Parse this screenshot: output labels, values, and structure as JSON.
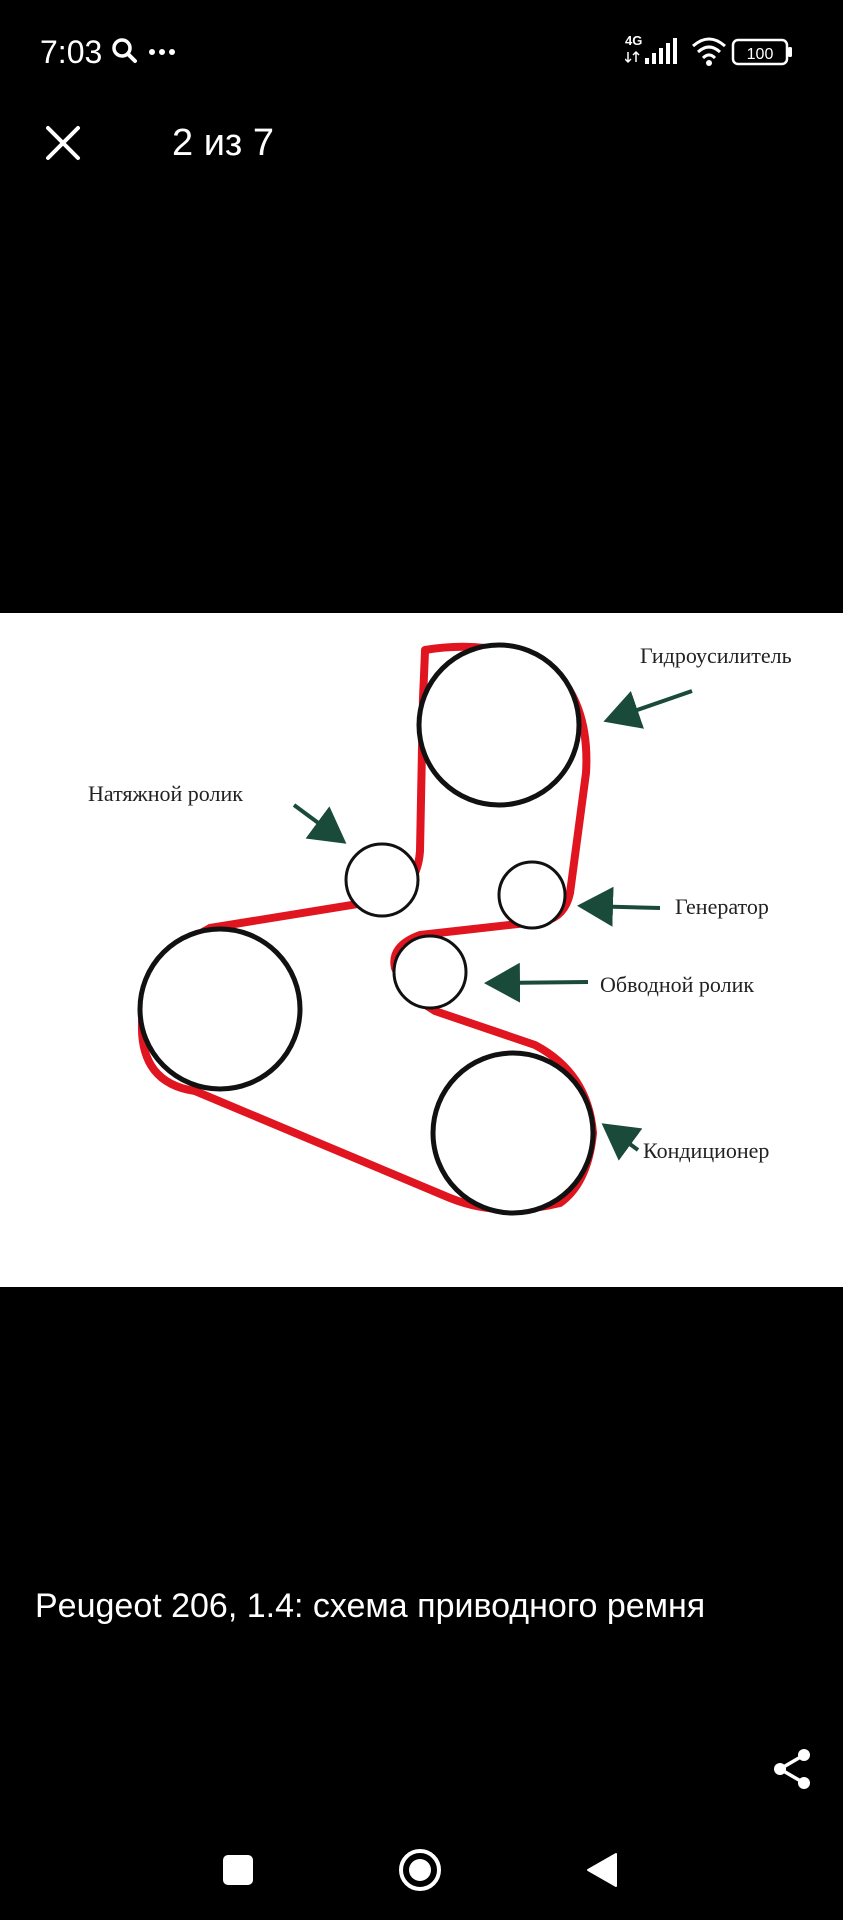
{
  "status": {
    "time": "7:03",
    "network": "4G",
    "battery": "100"
  },
  "viewer": {
    "counter": "2 из 7",
    "caption": "Peugeot 206, 1.4: схема приводного ремня",
    "icons": {
      "close": "close-icon",
      "share": "share-icon"
    }
  },
  "diagram": {
    "labels": {
      "power_steering": "Гидроусилитель",
      "tensioner": "Натяжной ролик",
      "generator": "Генератор",
      "idler": "Обводной ролик",
      "ac": "Кондиционер"
    },
    "colors": {
      "belt": "#e0151f",
      "arrow": "#1a4a3a",
      "pulley": "#111111"
    }
  },
  "nav": {
    "icons": [
      "recents-square-icon",
      "home-circle-icon",
      "back-triangle-icon"
    ]
  }
}
